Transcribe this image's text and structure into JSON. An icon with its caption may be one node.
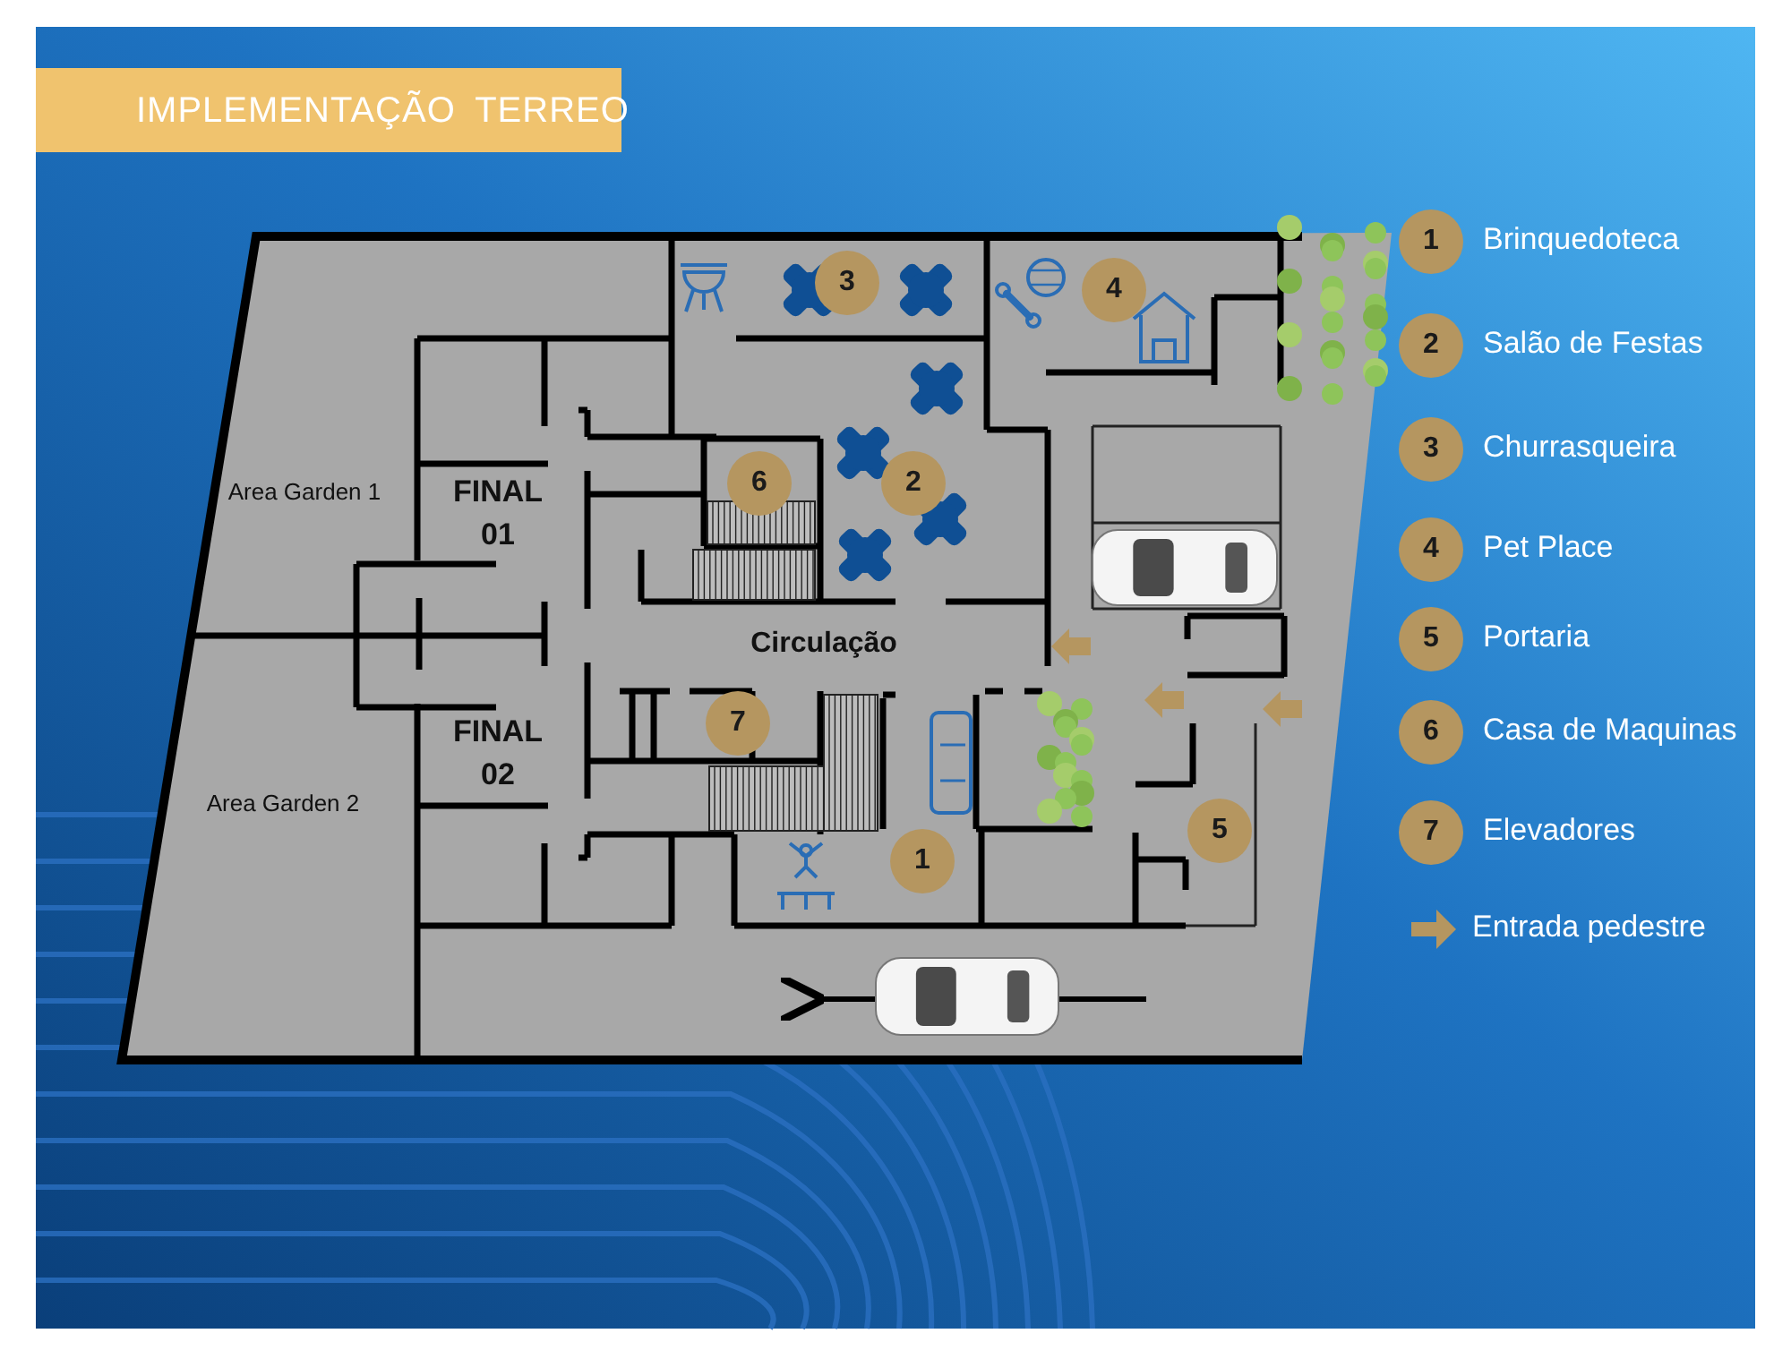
{
  "diagram": {
    "title": "IMPLEMENTAÇÃO TERREO",
    "labels": [
      "Area Garden 1",
      "FINAL 01",
      "FINAL 02",
      "Area Garden 2",
      "Circulação",
      "3",
      "4",
      "2",
      "6",
      "7",
      "1",
      "5",
      "1",
      "2",
      "3",
      "4",
      "5",
      "6",
      "7"
    ],
    "legend": [
      {
        "text": "Brinquedoteca"
      },
      {
        "text": "Salão de Festas"
      },
      {
        "text": "Churrasqueira"
      },
      {
        "text": "Pet Place"
      },
      {
        "text": "Portaria"
      },
      {
        "text": "Casa de Maquinas"
      },
      {
        "text": "Elevadores"
      },
      {
        "text": "Entrada pedestre"
      }
    ]
  }
}
